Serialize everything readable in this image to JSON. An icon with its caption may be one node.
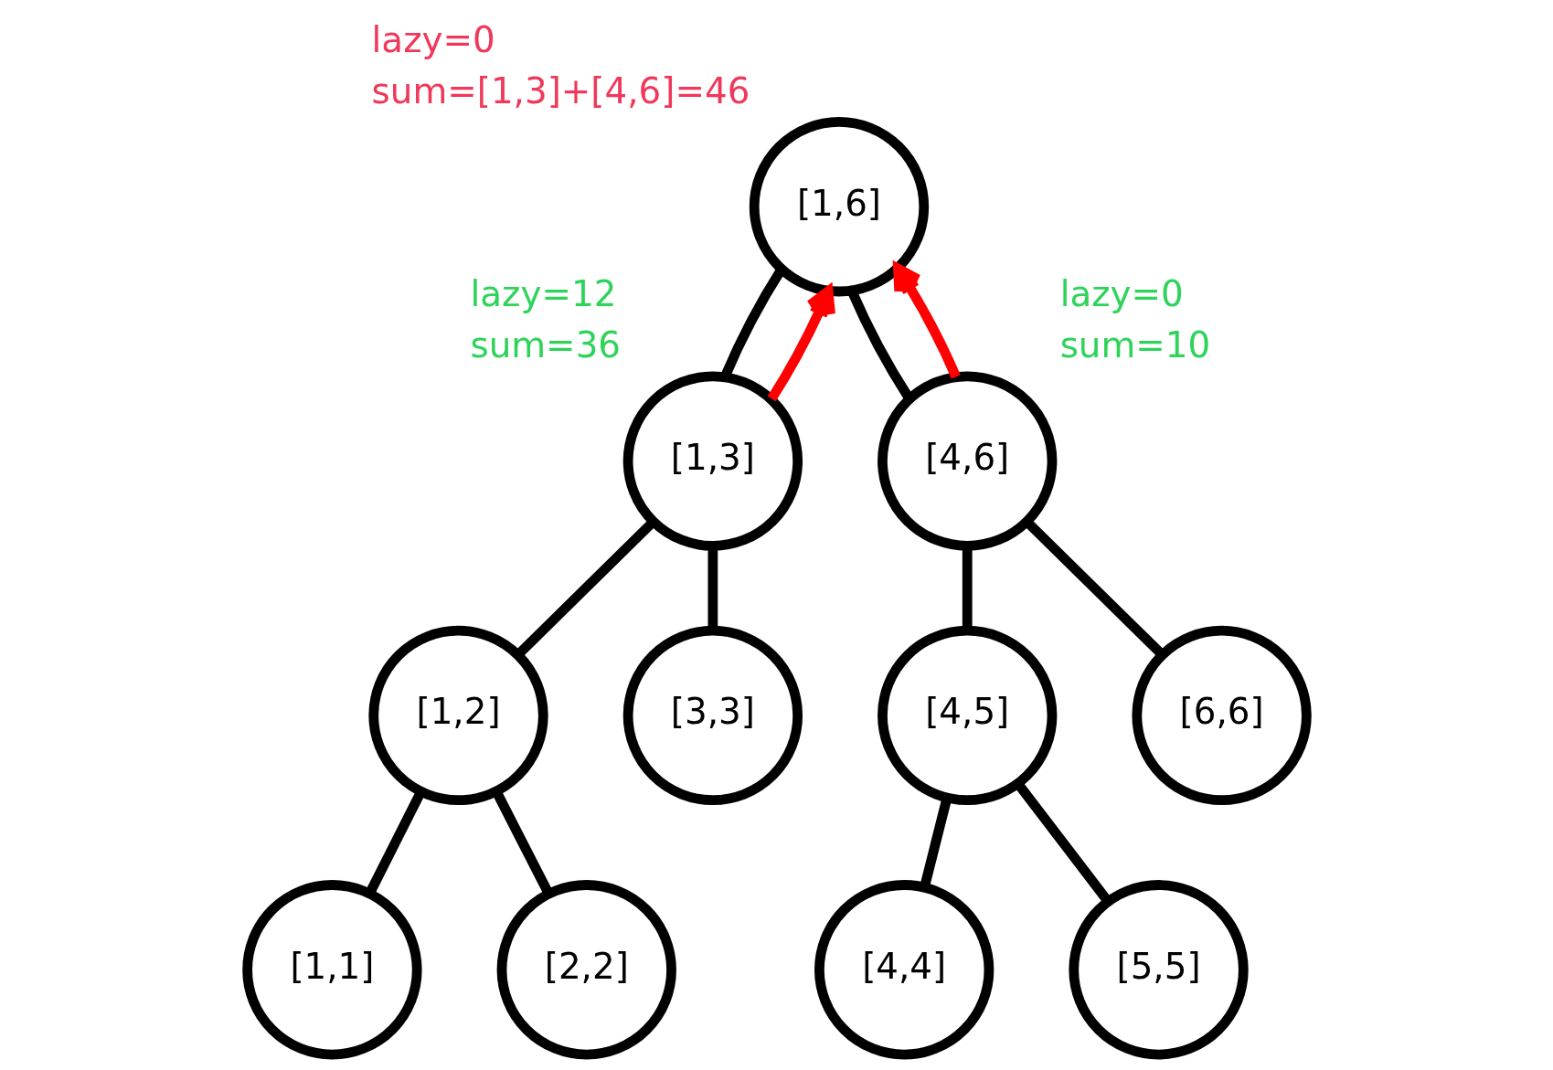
{
  "diagram": {
    "nodes": [
      {
        "text": [
          "[1,6]"
        ],
        "beside": [
          "lazy=0",
          "sum=[1,3]+[4,6]=46"
        ]
      },
      {
        "text": [
          "[1,3]"
        ],
        "beside": [
          "lazy=12",
          "sum=36"
        ]
      },
      {
        "text": [
          "[4,6]"
        ],
        "beside": [
          "lazy=0",
          "sum=10"
        ]
      },
      {
        "text": [
          "[1,2]"
        ]
      },
      {
        "text": [
          "[3,3]"
        ]
      },
      {
        "text": [
          "[4,5]"
        ]
      },
      {
        "text": [
          "[6,6]"
        ]
      },
      {
        "text": [
          "[1,1]"
        ]
      },
      {
        "text": [
          "[2,2]"
        ]
      },
      {
        "text": [
          "[4,4]"
        ]
      },
      {
        "text": [
          "[5,5]"
        ]
      }
    ],
    "edges": [
      {
        "from": 0,
        "to": 1,
        "arrow": "none"
      },
      {
        "from": 0,
        "to": 2,
        "arrow": "none"
      },
      {
        "from": 1,
        "to": 0,
        "arrow": "to",
        "color": "#ff0000"
      },
      {
        "from": 2,
        "to": 0,
        "arrow": "to",
        "color": "#ff0000"
      },
      {
        "from": 1,
        "to": 3,
        "arrow": "none"
      },
      {
        "from": 1,
        "to": 4,
        "arrow": "none"
      },
      {
        "from": 2,
        "to": 5,
        "arrow": "none"
      },
      {
        "from": 2,
        "to": 6,
        "arrow": "none"
      },
      {
        "from": 3,
        "to": 7,
        "arrow": "none"
      },
      {
        "from": 3,
        "to": 8,
        "arrow": "none"
      },
      {
        "from": 5,
        "to": 9,
        "arrow": "none"
      },
      {
        "from": 5,
        "to": 10,
        "arrow": "none"
      }
    ]
  }
}
